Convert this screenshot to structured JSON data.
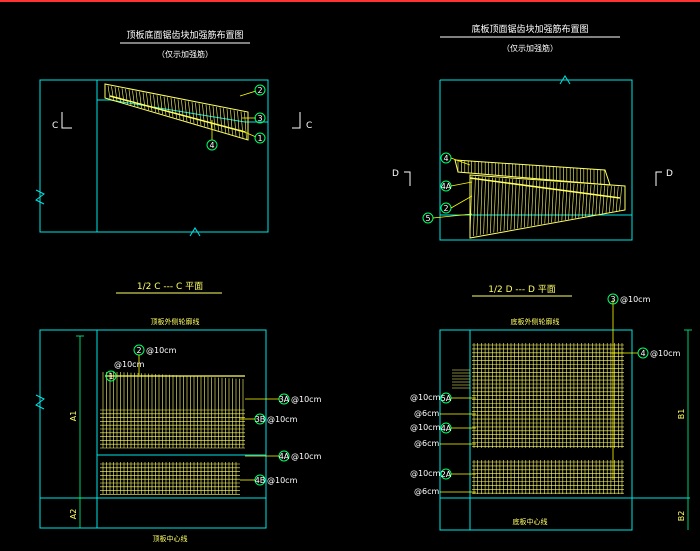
{
  "drawing": {
    "top_left": {
      "title": "顶板底面锯齿块加强筋布置图",
      "subtitle": "（仅示加强筋）",
      "section_left": "C",
      "section_right": "C",
      "callouts": [
        "2",
        "3",
        "1",
        "4"
      ]
    },
    "top_right": {
      "title": "底板顶面锯齿块加强筋布置图",
      "subtitle": "（仅示加强筋）",
      "section_left": "D",
      "section_right": "D",
      "callouts": [
        "4",
        "4A",
        "2",
        "5"
      ]
    },
    "bottom_left": {
      "title": "1/2 C --- C 平面",
      "top_label": "顶板外侧轮廓线",
      "bottom_label": "顶板中心线",
      "dim_a1": "A1",
      "dim_a2": "A2",
      "callouts": [
        {
          "id": "2",
          "text": "@10cm"
        },
        {
          "id": "1",
          "text": "@10cm"
        },
        {
          "id": "3A",
          "text": "@10cm"
        },
        {
          "id": "3B",
          "text": "@10cm"
        },
        {
          "id": "4A",
          "text": "@10cm"
        },
        {
          "id": "4B",
          "text": "@10cm"
        }
      ]
    },
    "bottom_right": {
      "title": "1/2 D --- D 平面",
      "top_label": "底板外侧轮廓线",
      "bottom_label": "底板中心线",
      "dim_b1": "B1",
      "dim_b2": "B2",
      "callouts_right": [
        {
          "id": "3",
          "text": "@10cm"
        },
        {
          "id": "4",
          "text": "@10cm"
        }
      ],
      "callouts_left": [
        {
          "id": "5A",
          "text": "@10cm"
        },
        {
          "id": "5B",
          "text": "@6cm"
        },
        {
          "id": "4A",
          "text": "@10cm"
        },
        {
          "id": "4B",
          "text": "@6cm"
        },
        {
          "id": "2A",
          "text": "@10cm"
        },
        {
          "id": "2B",
          "text": "@6cm"
        }
      ]
    }
  },
  "colors": {
    "background": "#000000",
    "outline": "#00e5e5",
    "rebar": "#ffff66",
    "leader": "#ffff00",
    "callout_bubble": "#00ff66",
    "dimension": "#00ff88",
    "text_white": "#ffffff",
    "frame_red": "#ff3333"
  }
}
